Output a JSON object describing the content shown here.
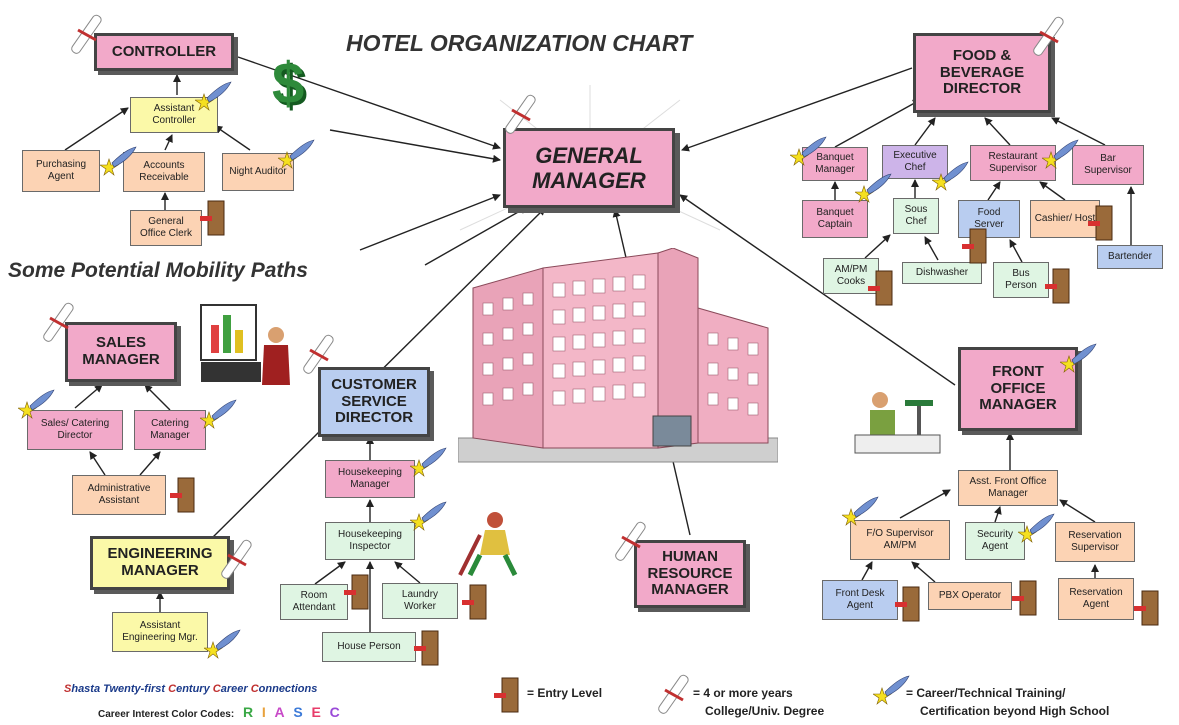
{
  "title": "HOTEL ORGANIZATION CHART",
  "subtitle": "Some Potential Mobility Paths",
  "roles": {
    "controller": "CONTROLLER",
    "assistant_controller": "Assistant Controller",
    "purchasing_agent": "Purchasing Agent",
    "accounts_receivable": "Accounts Receivable",
    "night_auditor": "Night Auditor",
    "general_office_clerk": "General Office Clerk",
    "general_manager": "GENERAL MANAGER",
    "food_beverage_director": "FOOD & BEVERAGE DIRECTOR",
    "banquet_manager": "Banquet Manager",
    "executive_chef": "Executive Chef",
    "restaurant_supervisor": "Restaurant Supervisor",
    "bar_supervisor": "Bar Supervisor",
    "banquet_captain": "Banquet Captain",
    "sous_chef": "Sous Chef",
    "food_server": "Food Server",
    "cashier_host": "Cashier/ Host",
    "am_pm_cooks": "AM/PM Cooks",
    "dishwasher": "Dishwasher",
    "bus_person": "Bus Person",
    "bartender": "Bartender",
    "sales_manager": "SALES MANAGER",
    "sales_catering_director": "Sales/ Catering Director",
    "catering_manager": "Catering Manager",
    "administrative_assistant": "Administrative Assistant",
    "customer_service_director": "CUSTOMER SERVICE DIRECTOR",
    "housekeeping_manager": "Housekeeping Manager",
    "housekeeping_inspector": "Housekeeping Inspector",
    "room_attendant": "Room Attendant",
    "laundry_worker": "Laundry Worker",
    "house_person": "House Person",
    "engineering_manager": "ENGINEERING MANAGER",
    "assistant_engineering_mgr": "Assistant Engineering Mgr.",
    "human_resource_manager": "HUMAN RESOURCE MANAGER",
    "front_office_manager": "FRONT OFFICE MANAGER",
    "asst_front_office_manager": "Asst. Front Office Manager",
    "fo_supervisor": "F/O Supervisor AM/PM",
    "security_agent": "Security Agent",
    "reservation_supervisor": "Reservation Supervisor",
    "front_desk_agent": "Front Desk Agent",
    "pbx_operator": "PBX Operator",
    "reservation_agent": "Reservation Agent"
  },
  "legend": {
    "credit_part1": "hasta Twenty-first ",
    "credit_part2": "entury ",
    "credit_part3": "areer ",
    "credit_part4": "onnections",
    "entry_level": "= Entry Level",
    "degree_line1": "= 4 or more years",
    "degree_line2": "College/Univ. Degree",
    "training_line1": "= Career/Technical Training/",
    "training_line2": "Certification beyond High School",
    "color_codes_label": "Career Interest Color Codes:",
    "codes": [
      "R",
      "I",
      "A",
      "S",
      "E",
      "C"
    ]
  },
  "colors": {
    "pink": "#f2a9c9",
    "peach": "#fcd3b4",
    "yellow": "#fbf9a8",
    "green": "#dff5e3",
    "blue": "#b9cdf0",
    "purple": "#cdb4e9",
    "code_R": "#3aa845",
    "code_I": "#e8a23c",
    "code_A": "#c84ac8",
    "code_S": "#3c7ad8",
    "code_E": "#e83c6a",
    "code_C": "#9a4ad8"
  },
  "icons": [
    "diploma-icon",
    "star-feather-icon",
    "door-icon",
    "dollar-icon",
    "hotel-building-icon",
    "presenter-icon",
    "housekeeper-icon",
    "reader-icon"
  ]
}
